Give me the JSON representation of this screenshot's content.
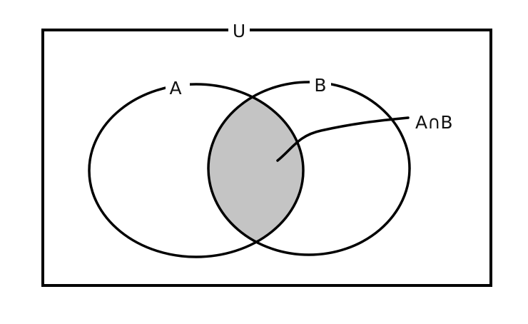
{
  "diagram": {
    "type": "venn",
    "universe_label": "U",
    "sets": [
      {
        "name": "A",
        "label": "A"
      },
      {
        "name": "B",
        "label": "B"
      }
    ],
    "intersection_label": "A∩B",
    "intersection_shaded": true
  },
  "colors": {
    "stroke": "#000000",
    "intersection_fill": "#c4c4c4",
    "background": "#ffffff"
  }
}
